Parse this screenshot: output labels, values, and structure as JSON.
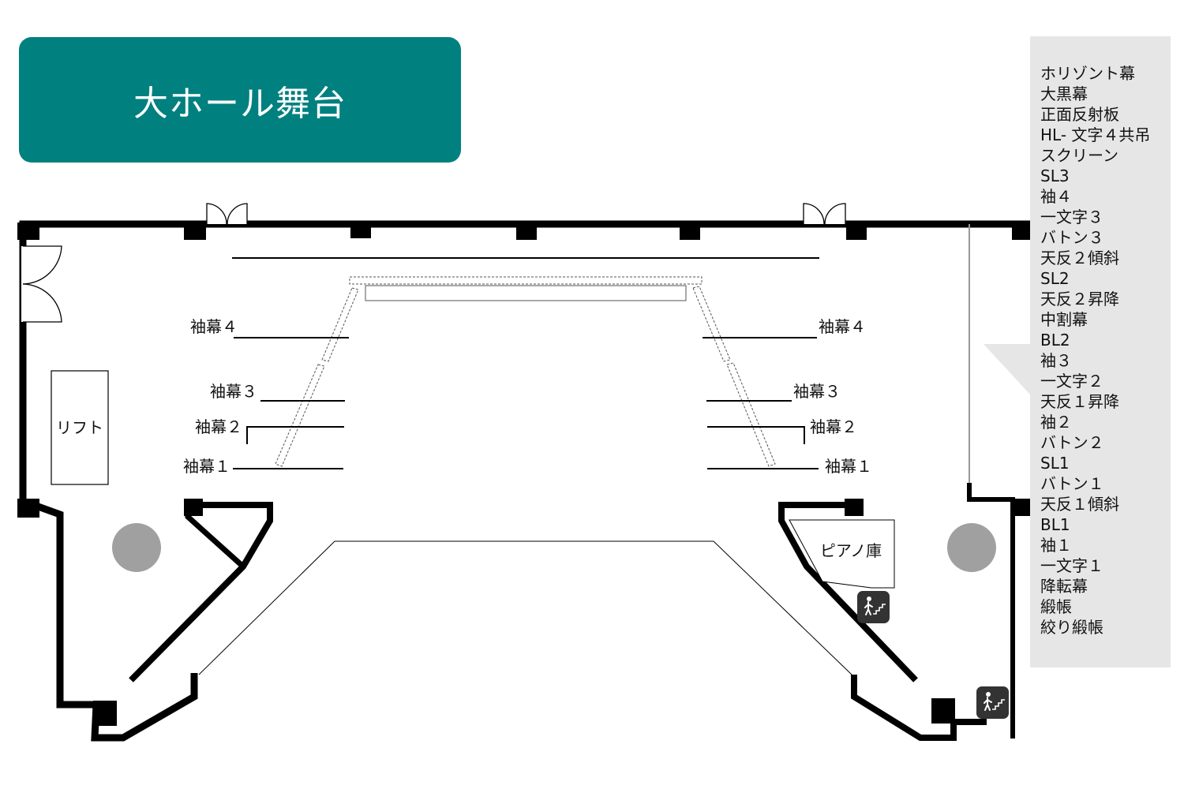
{
  "title": "大ホール舞台",
  "colors": {
    "title_bg": "#00807f",
    "legend_bg": "#e6e6e6",
    "wall": "#000000",
    "pillar_circle": "#a0a0a0",
    "stair_icon_bg": "#333333"
  },
  "labels": {
    "wing_left_4": "袖幕４",
    "wing_left_3": "袖幕３",
    "wing_left_2": "袖幕２",
    "wing_left_1": "袖幕１",
    "wing_right_4": "袖幕４",
    "wing_right_3": "袖幕３",
    "wing_right_2": "袖幕２",
    "wing_right_1": "袖幕１",
    "lift": "リフト",
    "piano_storage": "ピアノ庫"
  },
  "icons": {
    "stairs": "stairs-person-icon",
    "door": "double-door-icon"
  },
  "legend": [
    "ホリゾント幕",
    "大黒幕",
    "正面反射板",
    "HL- 文字４共吊",
    "スクリーン",
    "SL3",
    "袖４",
    "一文字３",
    "バトン３",
    "天反２傾斜",
    "SL2",
    "天反２昇降",
    "中割幕",
    "BL2",
    "袖３",
    "一文字２",
    "天反１昇降",
    "袖２",
    "バトン２",
    "SL1",
    "バトン１",
    "天反１傾斜",
    "BL1",
    "袖１",
    "一文字１",
    "降転幕",
    "緞帳",
    "絞り緞帳"
  ]
}
